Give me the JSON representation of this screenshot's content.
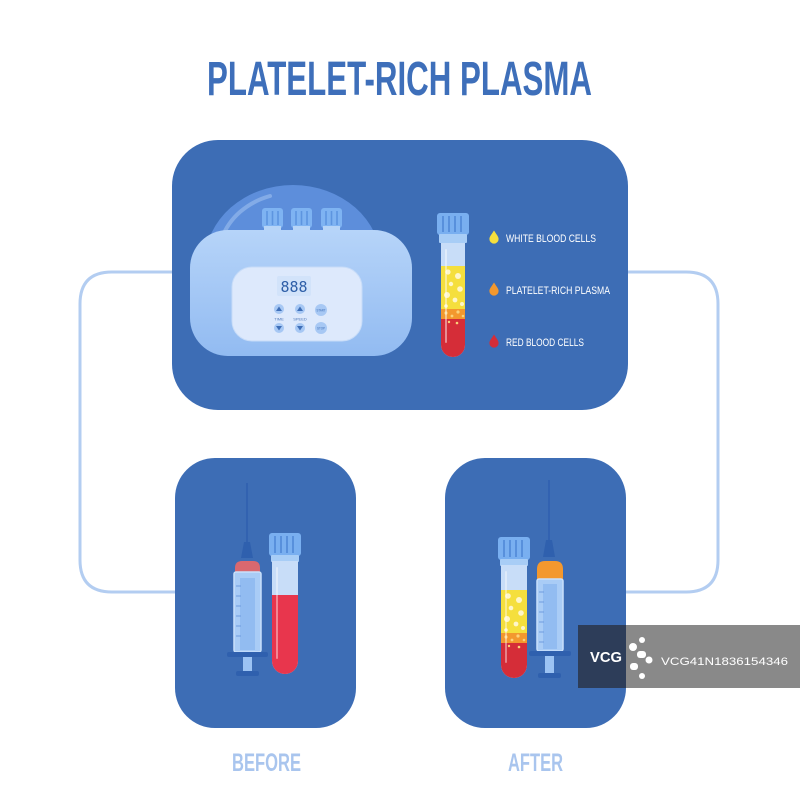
{
  "title": "PLATELET-RICH PLASMA",
  "centrifuge": {
    "display": "888",
    "buttons": {
      "time_label": "TIME",
      "speed_label": "SPEED",
      "start_label": "START",
      "stop_label": "STOP",
      "up_icon": "chevron-up-icon",
      "down_icon": "chevron-down-icon"
    }
  },
  "legend": {
    "items": [
      {
        "label": "WHITE BLOOD CELLS",
        "color": "#f5df3d",
        "icon": "droplet-icon"
      },
      {
        "label": "PLATELET-RICH PLASMA",
        "color": "#f3982e",
        "icon": "droplet-icon"
      },
      {
        "label": "RED BLOOD CELLS",
        "color": "#d52d38",
        "icon": "droplet-icon"
      }
    ]
  },
  "panels": {
    "before": {
      "label": "BEFORE"
    },
    "after": {
      "label": "AFTER"
    }
  },
  "colors": {
    "title": "#3e6fba",
    "panel": "#3d6db5",
    "connector": "#b3cdf1",
    "label": "#a9c5ee",
    "blood": "#e8364d",
    "glass": "#c8ddf8",
    "cap": "#79aff0",
    "needle": "#2f5fb0"
  },
  "watermark": {
    "logo": "VCG",
    "id": "VCG41N1836154346"
  }
}
